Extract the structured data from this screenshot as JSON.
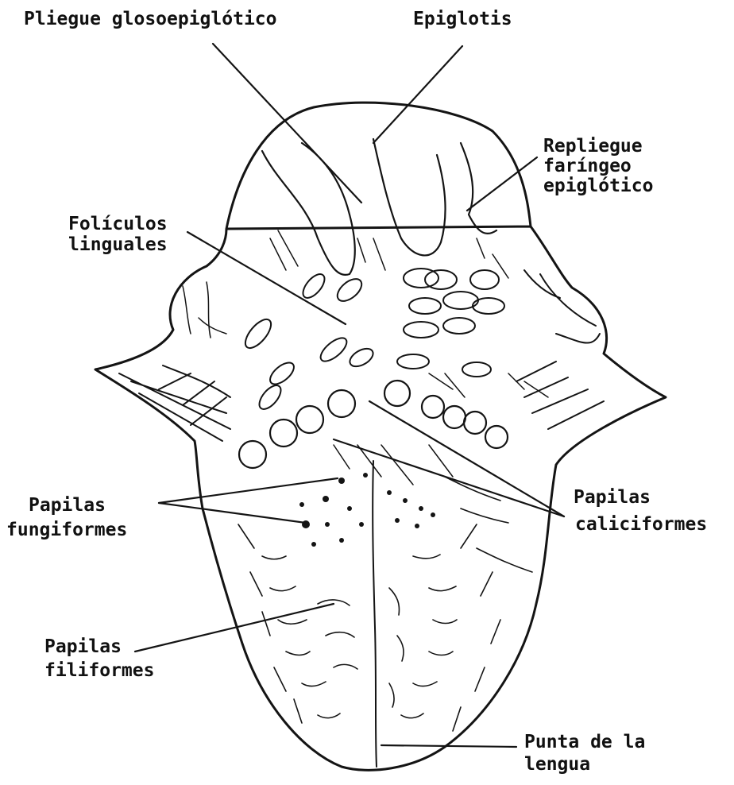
{
  "labels": {
    "pliegue": "Pliegue glosoepiglótico",
    "epiglotis": "Epiglotis",
    "repliegue_1": "Repliegue",
    "repliegue_2": "faríngeo",
    "repliegue_3": "epiglótico",
    "foliculos_1": "Folículos",
    "foliculos_2": "linguales",
    "fungiformes_1": "Papilas",
    "fungiformes_2": "fungiformes",
    "caliciformes_1": "Papilas",
    "caliciformes_2": "caliciformes",
    "filiformes_1": "Papilas",
    "filiformes_2": "filiformes",
    "punta_1": "Punta de la",
    "punta_2": "lengua"
  }
}
